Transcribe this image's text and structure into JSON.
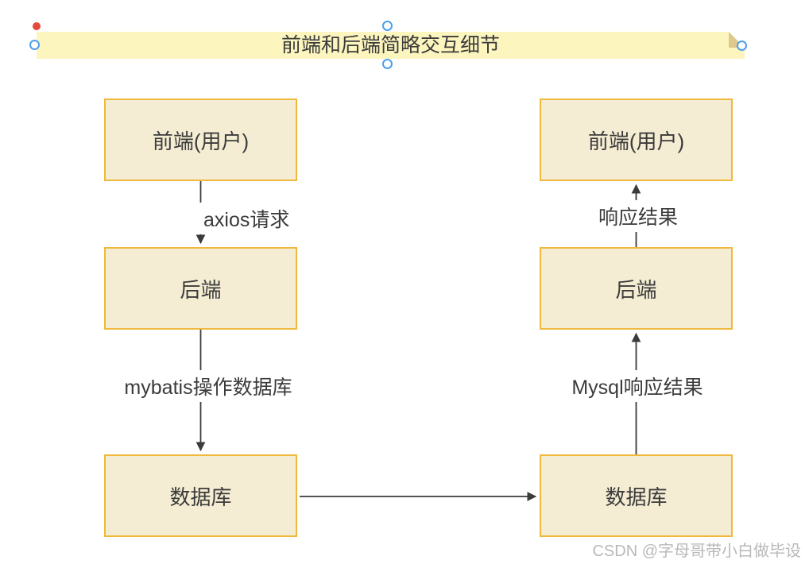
{
  "note": {
    "title": "前端和后端简略交互细节"
  },
  "nodes": {
    "left": [
      {
        "label": "前端(用户)"
      },
      {
        "label": "后端"
      },
      {
        "label": "数据库"
      }
    ],
    "right": [
      {
        "label": "前端(用户)"
      },
      {
        "label": "后端"
      },
      {
        "label": "数据库"
      }
    ]
  },
  "edges": {
    "axios_request": {
      "label": "axios请求"
    },
    "mybatis_db": {
      "label": "mybatis操作数据库"
    },
    "response_result": {
      "label": "响应结果"
    },
    "mysql_result": {
      "label": "Mysql响应结果"
    },
    "db_to_db": {
      "label": ""
    }
  },
  "watermark": "CSDN @字母哥带小白做毕设",
  "colors": {
    "note_fill": "#fcf5be",
    "note_fold": "#ddc98c",
    "node_fill": "#f5edd3",
    "node_border": "#efb93e",
    "edge_stroke": "#3b3b3b",
    "handle_blue": "#4c9feb",
    "endpoint_red": "#e5493b",
    "watermark_gray": "#b9b9b9",
    "text": "#3b3b3b"
  }
}
